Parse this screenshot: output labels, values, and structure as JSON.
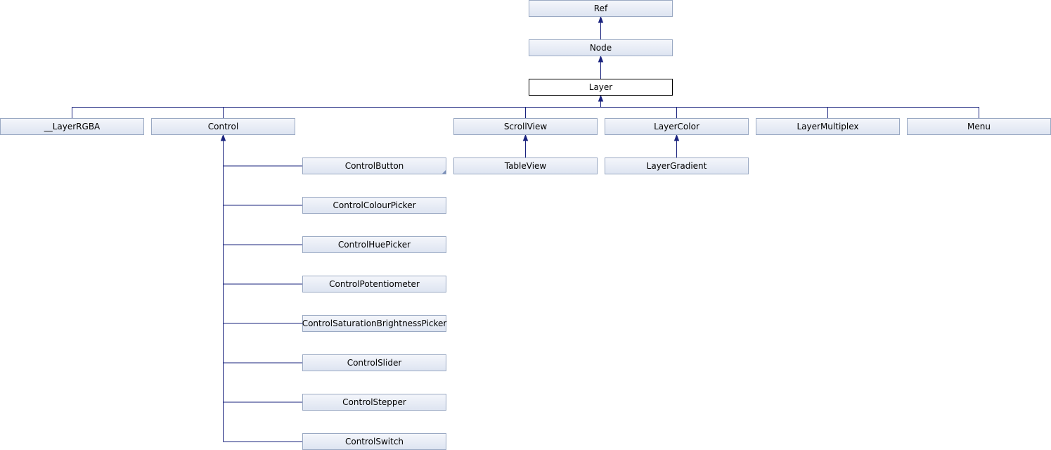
{
  "diagram": {
    "nodes": [
      {
        "id": "ref",
        "label": "Ref"
      },
      {
        "id": "node",
        "label": "Node"
      },
      {
        "id": "layer",
        "label": "Layer",
        "current": true
      },
      {
        "id": "layer-rgba",
        "label": "__LayerRGBA"
      },
      {
        "id": "control",
        "label": "Control"
      },
      {
        "id": "scroll-view",
        "label": "ScrollView"
      },
      {
        "id": "layer-color",
        "label": "LayerColor"
      },
      {
        "id": "layer-multiplex",
        "label": "LayerMultiplex"
      },
      {
        "id": "menu",
        "label": "Menu"
      },
      {
        "id": "control-button",
        "label": "ControlButton",
        "has_more": true
      },
      {
        "id": "table-view",
        "label": "TableView"
      },
      {
        "id": "layer-gradient",
        "label": "LayerGradient"
      },
      {
        "id": "control-colour-picker",
        "label": "ControlColourPicker"
      },
      {
        "id": "control-hue-picker",
        "label": "ControlHuePicker"
      },
      {
        "id": "control-potentiometer",
        "label": "ControlPotentiometer"
      },
      {
        "id": "control-saturation-brightness-picker",
        "label": "ControlSaturationBrightnessPicker"
      },
      {
        "id": "control-slider",
        "label": "ControlSlider"
      },
      {
        "id": "control-stepper",
        "label": "ControlStepper"
      },
      {
        "id": "control-switch",
        "label": "ControlSwitch"
      }
    ],
    "edges": [
      {
        "from": "node",
        "to": "ref"
      },
      {
        "from": "layer",
        "to": "node"
      },
      {
        "from": "layer-rgba",
        "to": "layer"
      },
      {
        "from": "control",
        "to": "layer"
      },
      {
        "from": "scroll-view",
        "to": "layer"
      },
      {
        "from": "layer-color",
        "to": "layer"
      },
      {
        "from": "layer-multiplex",
        "to": "layer"
      },
      {
        "from": "menu",
        "to": "layer"
      },
      {
        "from": "table-view",
        "to": "scroll-view"
      },
      {
        "from": "layer-gradient",
        "to": "layer-color"
      },
      {
        "from": "control-button",
        "to": "control"
      },
      {
        "from": "control-colour-picker",
        "to": "control"
      },
      {
        "from": "control-hue-picker",
        "to": "control"
      },
      {
        "from": "control-potentiometer",
        "to": "control"
      },
      {
        "from": "control-saturation-brightness-picker",
        "to": "control"
      },
      {
        "from": "control-slider",
        "to": "control"
      },
      {
        "from": "control-stepper",
        "to": "control"
      },
      {
        "from": "control-switch",
        "to": "control"
      }
    ]
  }
}
